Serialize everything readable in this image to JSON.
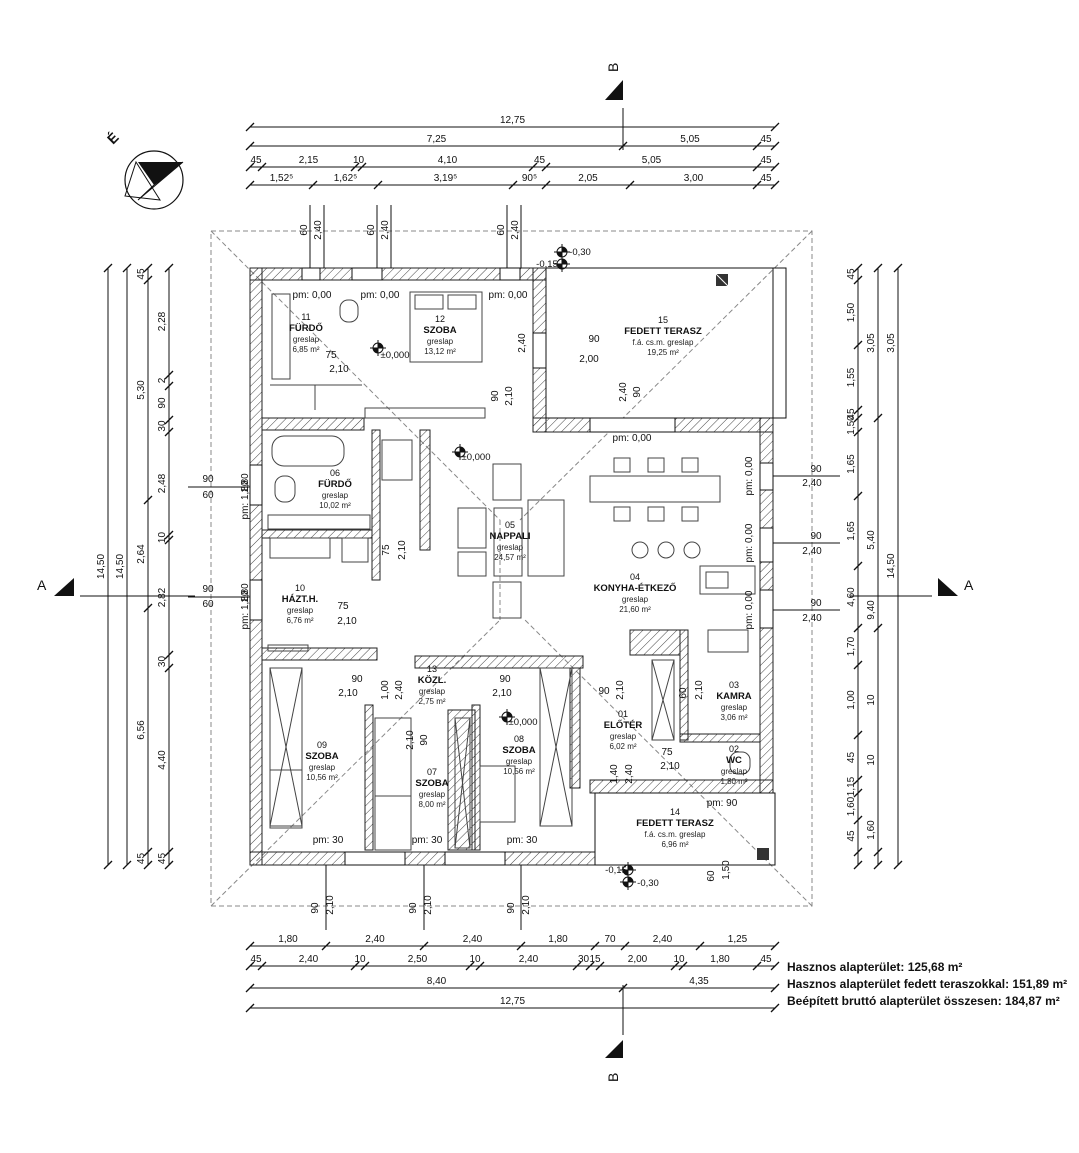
{
  "north_label": "É",
  "section_markers": {
    "a": "A",
    "b": "B"
  },
  "dims_top": {
    "row1": [
      "12,75"
    ],
    "row2": [
      "7,25",
      "5,05",
      "45"
    ],
    "row3": [
      "45",
      "2,15",
      "10",
      "4,10",
      "45",
      "5,05",
      "45"
    ],
    "row4": [
      "1,52⁵",
      "1,62⁵",
      "3,19⁵",
      "90⁵",
      "2,05",
      "3,00",
      "45"
    ]
  },
  "dims_bottom": {
    "row1": [
      "1,80",
      "2,40",
      "2,40",
      "1,80",
      "70",
      "2,40",
      "1,25"
    ],
    "row2": [
      "45",
      "2,40",
      "10",
      "2,50",
      "10",
      "2,40",
      "30",
      "15",
      "2,00",
      "10",
      "1,80",
      "45"
    ],
    "row3": [
      "8,40",
      "4,35"
    ],
    "row4": [
      "12,75"
    ]
  },
  "dims_left": {
    "outer": [
      "14,50"
    ],
    "second": [
      "14,50"
    ],
    "third": [
      "45",
      "5,30",
      "2,64",
      "6,56",
      "45"
    ],
    "fourth": [
      "2,28",
      "2",
      "90",
      "30",
      "2,48",
      "10",
      "2,82",
      "30",
      "4,40",
      "45"
    ]
  },
  "dims_right": {
    "a": [
      "45",
      "1,50",
      "1,55",
      "45",
      "1,50",
      "1,65",
      "1,65",
      "4,60",
      "1,70",
      "1,00",
      "45",
      "1,15",
      "1,60",
      "45"
    ],
    "b": [
      "3,05",
      "5,40",
      "9,40",
      "10",
      "10",
      "1,60"
    ],
    "c": [
      "14,50",
      "3,05"
    ]
  },
  "opening_labels": {
    "top": [
      "60",
      "2,40",
      "60",
      "2,40",
      "60",
      "2,40"
    ],
    "left": [
      "90",
      "1,80",
      "60",
      "90",
      "1,80",
      "60"
    ],
    "right": [
      "90",
      "2,40",
      "90",
      "2,40",
      "90",
      "2,40"
    ],
    "bottom": [
      "90",
      "2,10",
      "90",
      "2,10",
      "90",
      "2,10",
      "60",
      "1,50"
    ],
    "pm_top": [
      "pm: 0,00",
      "pm: 0,00",
      "pm: 0,00"
    ],
    "pm_left": [
      "pm: 1,80",
      "pm: 1,80"
    ],
    "pm_right": [
      "pm: 0,00",
      "pm: 0,00",
      "pm: 0,00"
    ],
    "pm_bottom": [
      "pm: 30",
      "pm: 30",
      "pm: 30",
      "pm: 90"
    ],
    "pm_terrace": "pm: 0,00"
  },
  "levels": {
    "top": [
      "-0,30",
      "-0,15"
    ],
    "bottom": [
      "-0,15",
      "-0,30"
    ],
    "interior": [
      "±0,000",
      "±0,000",
      "±0,000"
    ]
  },
  "rooms": [
    {
      "num": "11",
      "name": "FÜRDŐ",
      "floor": "greslap",
      "area": "6,85 m²"
    },
    {
      "num": "12",
      "name": "SZOBA",
      "floor": "greslap",
      "area": "13,12 m²"
    },
    {
      "num": "15",
      "name": "FEDETT TERASZ",
      "floor": "f.á. cs.m. greslap",
      "area": "19,25 m²"
    },
    {
      "num": "06",
      "name": "FÜRDŐ",
      "floor": "greslap",
      "area": "10,02 m²"
    },
    {
      "num": "05",
      "name": "NAPPALI",
      "floor": "greslap",
      "area": "24,57 m²"
    },
    {
      "num": "04",
      "name": "KONYHA-ÉTKEZŐ",
      "floor": "greslap",
      "area": "21,60 m²"
    },
    {
      "num": "10",
      "name": "HÁZT.H.",
      "floor": "greslap",
      "area": "6,76 m²"
    },
    {
      "num": "13",
      "name": "KÖZL.",
      "floor": "greslap",
      "area": "2,75 m²"
    },
    {
      "num": "03",
      "name": "KAMRA",
      "floor": "greslap",
      "area": "3,06 m²"
    },
    {
      "num": "09",
      "name": "SZOBA",
      "floor": "greslap",
      "area": "10,56 m²"
    },
    {
      "num": "07",
      "name": "SZOBA",
      "floor": "greslap",
      "area": "8,00 m²"
    },
    {
      "num": "08",
      "name": "SZOBA",
      "floor": "greslap",
      "area": "10,56 m²"
    },
    {
      "num": "01",
      "name": "ELŐTÉR",
      "floor": "greslap",
      "area": "6,02 m²"
    },
    {
      "num": "02",
      "name": "WC",
      "floor": "greslap",
      "area": "1,80 m²"
    },
    {
      "num": "14",
      "name": "FEDETT TERASZ",
      "floor": "f.á. cs.m. greslap",
      "area": "6,96 m²"
    }
  ],
  "door_labels": [
    "75",
    "2,10",
    "90",
    "2,10",
    "75",
    "2,10",
    "75",
    "2,10",
    "90",
    "2,10",
    "90",
    "2,10",
    "1,00",
    "2,40",
    "90",
    "2,10",
    "90",
    "2,10",
    "60",
    "2,10",
    "75",
    "2,10",
    "1,40",
    "2,40",
    "90",
    "2,00",
    "2,40",
    "90",
    "2,40"
  ],
  "summary": {
    "line1": "Hasznos alapterület: 125,68 m²",
    "line2": "Hasznos alapterület fedett teraszokkal: 151,89 m²",
    "line3": "Beépített bruttó alapterület összesen: 184,87 m²"
  }
}
